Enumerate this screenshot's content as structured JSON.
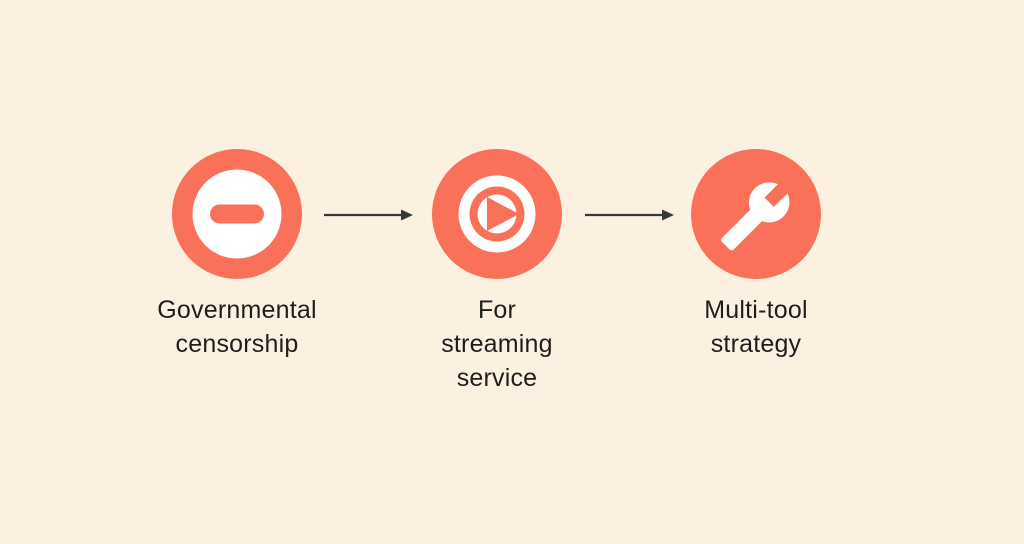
{
  "page": {
    "background": "#FCF1E0"
  },
  "colors": {
    "coral": "#F97158",
    "white": "#FFFFFF",
    "arrow": "#383838",
    "text": "#1E1E1E"
  },
  "diagram": {
    "nodes": [
      {
        "icon": "blocked-icon",
        "label": "Governmental\ncensorship"
      },
      {
        "icon": "play-circle-icon",
        "label": "For\nstreaming\nservice"
      },
      {
        "icon": "wrench-icon",
        "label": "Multi-tool\nstrategy"
      }
    ],
    "connectors": [
      {
        "direction": "right"
      },
      {
        "direction": "right"
      }
    ]
  }
}
